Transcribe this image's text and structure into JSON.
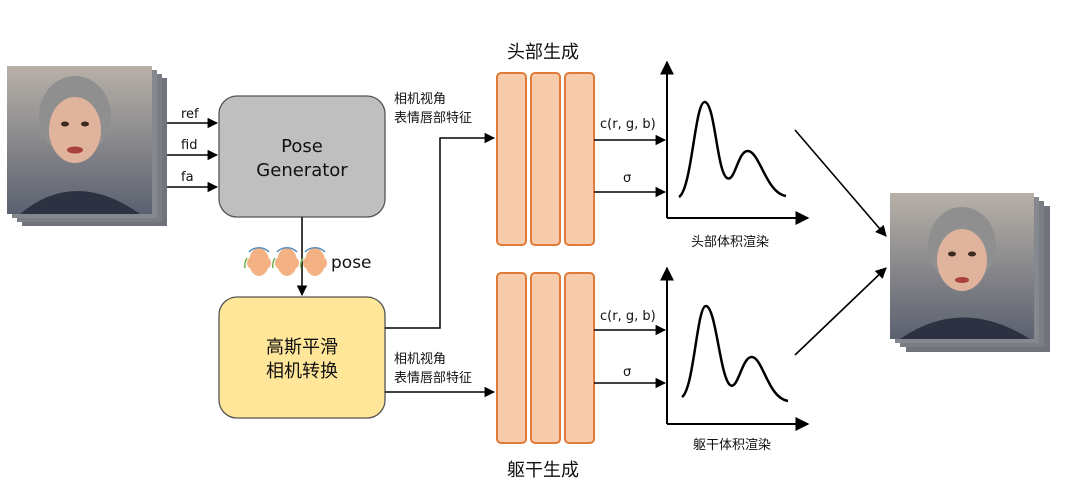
{
  "inputs": {
    "ref": "ref",
    "fid": "fid",
    "fa": "fa"
  },
  "pose_generator": {
    "line1": "Pose",
    "line2": "Generator"
  },
  "pose_label": "pose",
  "smooth_box": {
    "line1": "高斯平滑",
    "line2": "相机转换"
  },
  "feature_label": {
    "line1": "相机视角",
    "line2": "表情唇部特征"
  },
  "head": {
    "title": "头部生成",
    "color_label": "c(r, g, b)",
    "sigma_label": "σ",
    "render_label": "头部体积渲染"
  },
  "torso": {
    "title": "躯干生成",
    "color_label": "c(r, g, b)",
    "sigma_label": "σ",
    "render_label": "躯干体积渲染"
  },
  "colors": {
    "pose_box": "#bfbfbf",
    "smooth_box": "#ffe699",
    "mlp_fill": "#f8cbad",
    "mlp_stroke": "#e07b39"
  }
}
